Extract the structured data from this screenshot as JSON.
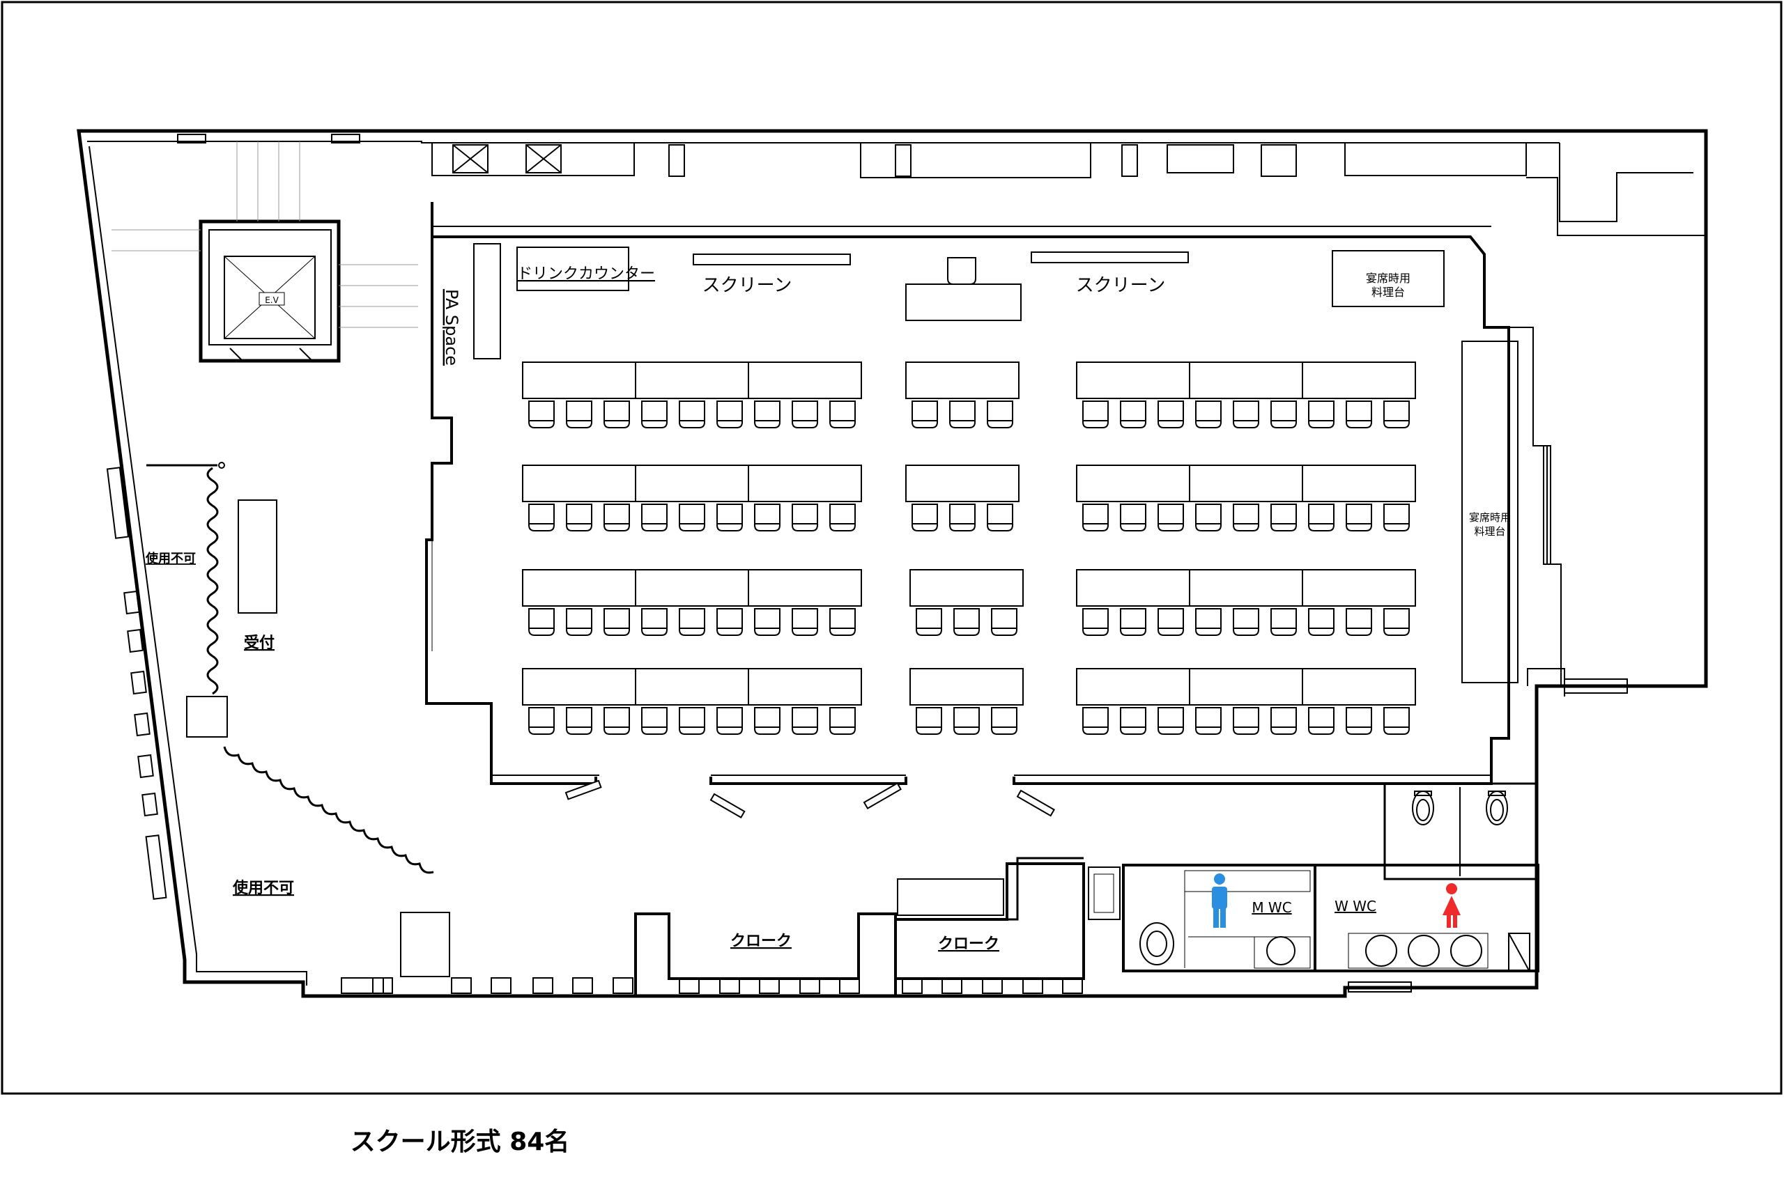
{
  "labels": {
    "pa_space": "PA Space",
    "drink_counter": "ドリンクカウンター",
    "screen_left": "スクリーン",
    "screen_right": "スクリーン",
    "cooking_top_line1": "宴席時用",
    "cooking_top_line2": "料理台",
    "cooking_right_line1": "宴席時用",
    "cooking_right_line2": "料理台",
    "elevator": "E.V",
    "unusable_top": "使用不可",
    "unusable_bottom": "使用不可",
    "reception": "受付",
    "cloak_left": "クローク",
    "cloak_right": "クローク",
    "men_wc": "M WC",
    "women_wc": "W WC"
  },
  "caption": "スクール形式 84名",
  "colors": {
    "line": "#000000",
    "men_icon": "#2a8fe0",
    "women_icon": "#ee2a2a"
  },
  "icons": {
    "men": "man-icon",
    "women": "woman-icon"
  }
}
